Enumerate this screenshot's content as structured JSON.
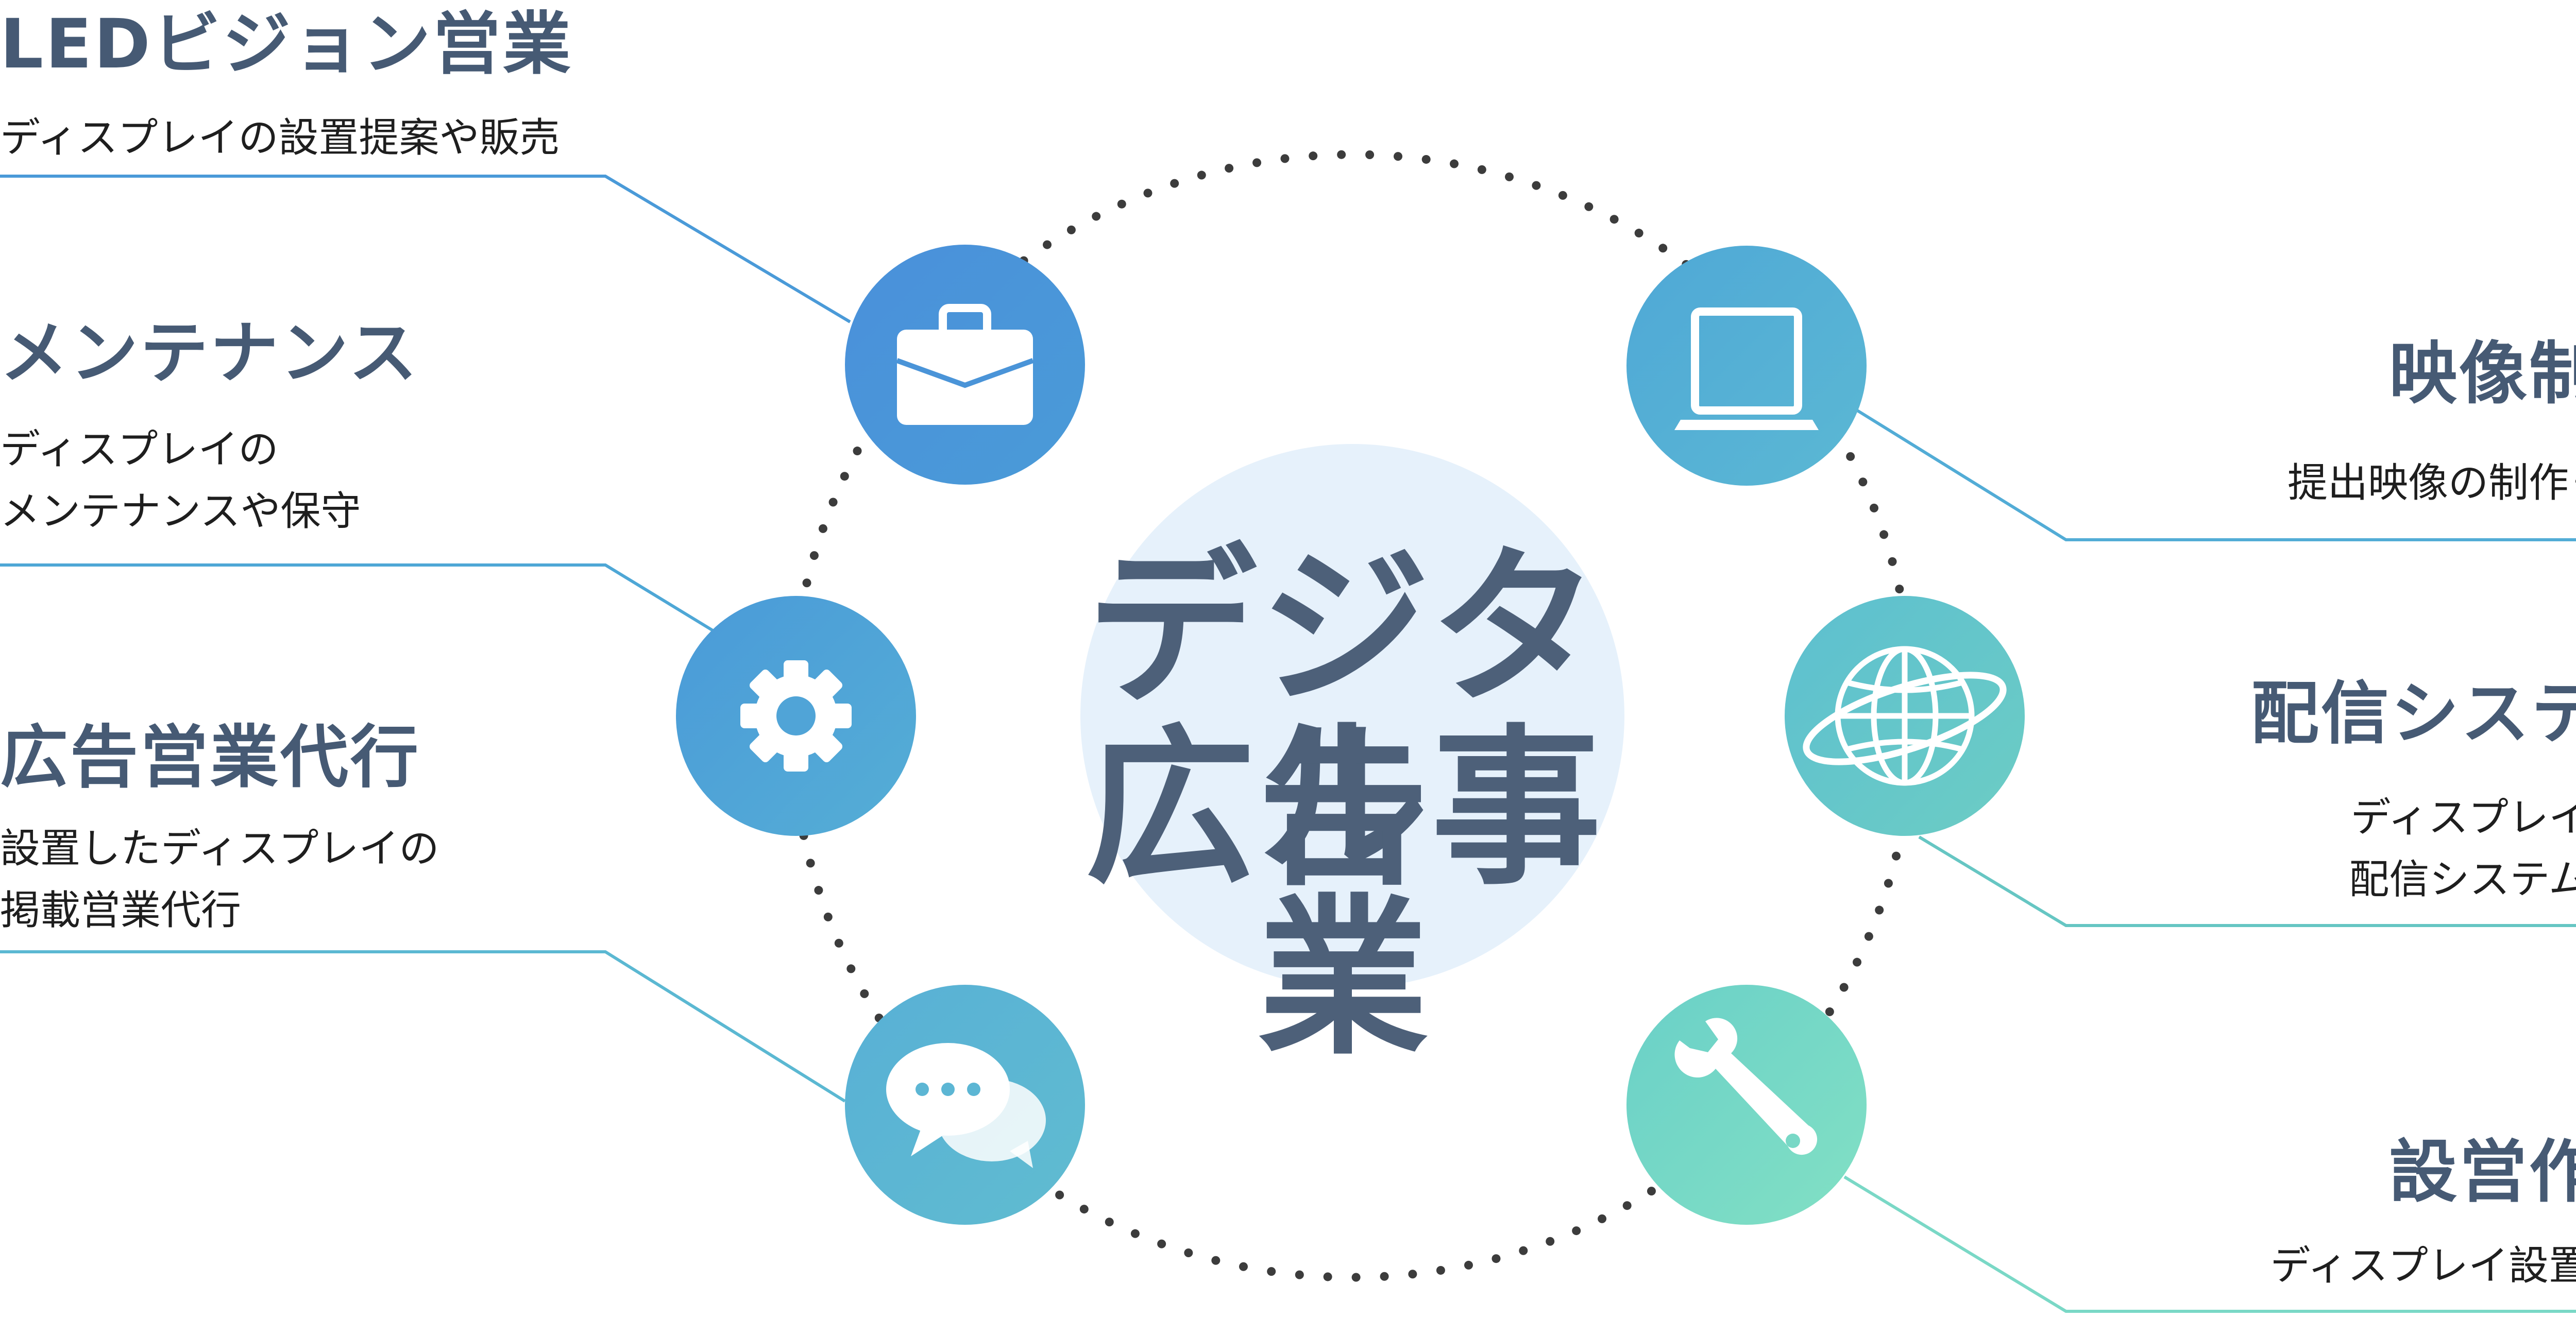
{
  "center": {
    "line1": "デジタル",
    "line2": "広告事業"
  },
  "items": [
    {
      "title": "LEDビジョン営業",
      "desc": [
        "ディスプレイの設置提案や販売"
      ],
      "icon": "briefcase-icon"
    },
    {
      "title": "メンテナンス",
      "desc": [
        "ディスプレイの",
        "メンテナンスや保守"
      ],
      "icon": "gear-icon"
    },
    {
      "title": "広告営業代行",
      "desc": [
        "設置したディスプレイの",
        "掲載営業代行"
      ],
      "icon": "chat-bubbles-icon"
    },
    {
      "title": "映像制作",
      "desc": [
        "提出映像の制作･提供"
      ],
      "icon": "laptop-icon"
    },
    {
      "title": "配信システム",
      "desc": [
        "ディスプレイへの",
        "配信システム運用"
      ],
      "icon": "globe-icon"
    },
    {
      "title": "設営作業",
      "desc": [
        "ディスプレイ設置作業"
      ],
      "icon": "wrench-icon"
    }
  ],
  "colors": {
    "text_dark": "#465a74",
    "center_blob": "#e6f1fb",
    "dots": "#3c3c3c",
    "blue": "#4a8fd6",
    "teal": "#66c6c3",
    "mint": "#7ddcc6"
  }
}
